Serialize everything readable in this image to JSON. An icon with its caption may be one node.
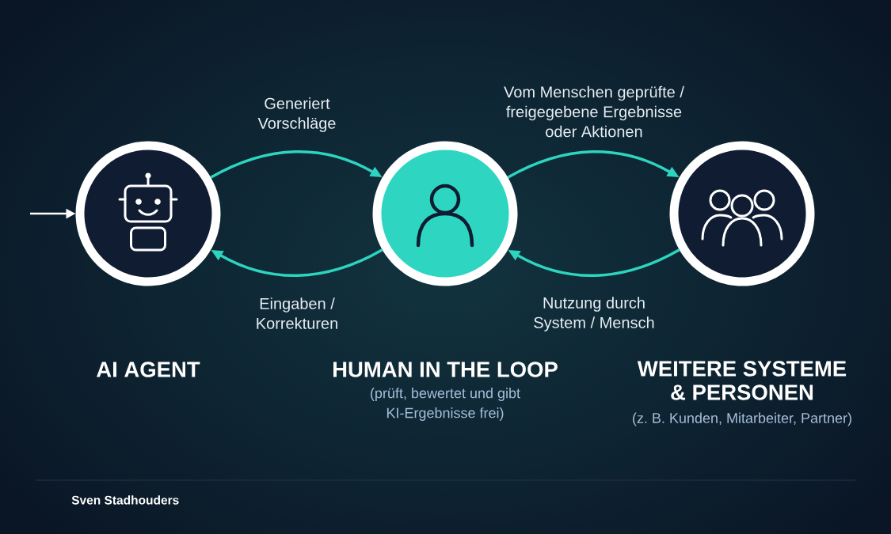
{
  "diagram": {
    "nodes": [
      {
        "text": [
          "AI AGENT"
        ]
      },
      {
        "text": [
          "HUMAN IN THE LOOP"
        ]
      },
      {
        "text": [
          "WEITERE SYSTEME & PERSONEN"
        ]
      }
    ],
    "edges": [
      {
        "from": null,
        "to": 0,
        "arrow": "to",
        "color": "#ffffff"
      },
      {
        "from": 0,
        "to": 1,
        "arrow": "to",
        "label": "Generiert Vorschläge"
      },
      {
        "from": 1,
        "to": 0,
        "arrow": "to",
        "label": "Eingaben / Korrekturen"
      },
      {
        "from": 1,
        "to": 2,
        "arrow": "to",
        "label": "Vom Menschen geprüfte / freigegebene Ergebnisse oder Aktionen"
      },
      {
        "from": 2,
        "to": 1,
        "arrow": "to",
        "label": "Nutzung durch System / Mensch"
      }
    ],
    "labels": [
      "(prüft, bewertet und gibt KI-Ergebnisse frei)",
      "(z. B. Kunden, Mitarbeiter, Partner)",
      "Sven Stadhouders"
    ]
  }
}
